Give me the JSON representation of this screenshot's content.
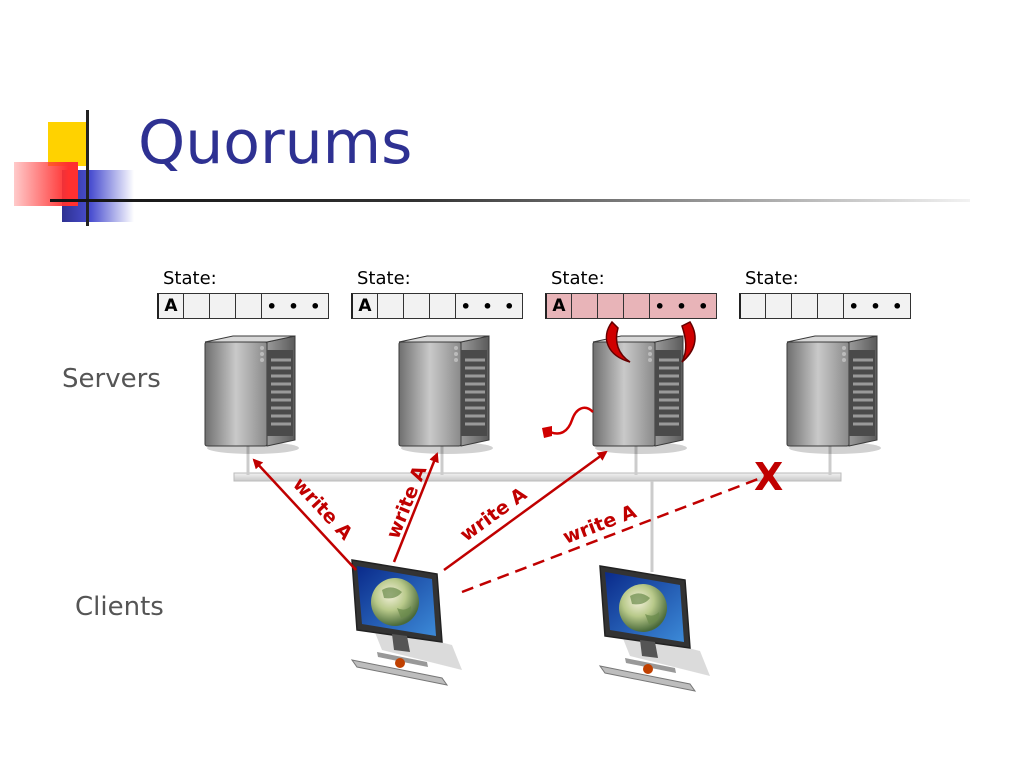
{
  "slide": {
    "title": "Quorums",
    "servers_label": "Servers",
    "clients_label": "Clients"
  },
  "servers": [
    {
      "state_label": "State:",
      "cells": [
        "A",
        "",
        "",
        "",
        "• • •"
      ],
      "status": "normal"
    },
    {
      "state_label": "State:",
      "cells": [
        "A",
        "",
        "",
        "",
        "• • •"
      ],
      "status": "normal"
    },
    {
      "state_label": "State:",
      "cells": [
        "A",
        "",
        "",
        "",
        "• • •"
      ],
      "status": "faulty"
    },
    {
      "state_label": "State:",
      "cells": [
        "",
        "",
        "",
        "",
        "• • •"
      ],
      "status": "normal"
    }
  ],
  "writes": [
    {
      "label": "write A",
      "target_server": 1,
      "delivered": true
    },
    {
      "label": "write A",
      "target_server": 2,
      "delivered": true
    },
    {
      "label": "write A",
      "target_server": 3,
      "delivered": true
    },
    {
      "label": "write A",
      "target_server": 4,
      "delivered": false
    }
  ],
  "colors": {
    "title": "#2e3192",
    "arrow": "#c00000",
    "corrupt_cell": "#e8b4b8",
    "normal_cell": "#f2f2f2"
  },
  "icons": {
    "server": "server-tower-icon",
    "client": "desktop-monitor-globe-icon",
    "failure": "red-x-icon",
    "faulty": "devil-horns-icon"
  }
}
